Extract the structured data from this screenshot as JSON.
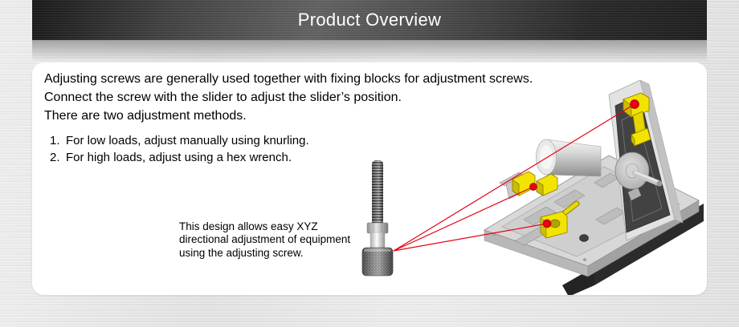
{
  "header": {
    "title": "Product Overview"
  },
  "content": {
    "intro": [
      "Adjusting screws are generally used together with fixing blocks for adjustment screws.",
      "Connect the screw with the slider to adjust the slider’s position.",
      "There are two adjustment methods."
    ],
    "methods": [
      {
        "num": "1.",
        "text": "For low loads, adjust manually using knurling."
      },
      {
        "num": "2.",
        "text": "For high loads, adjust using a hex wrench."
      }
    ],
    "caption": [
      "This design allows easy XYZ",
      "directional adjustment of equipment",
      "using the adjusting screw."
    ]
  },
  "figure": {
    "accent_color": "#e60012",
    "highlight_color": "#f2e400",
    "highlight_shade": "#cdbd00",
    "callout_count": 3
  }
}
